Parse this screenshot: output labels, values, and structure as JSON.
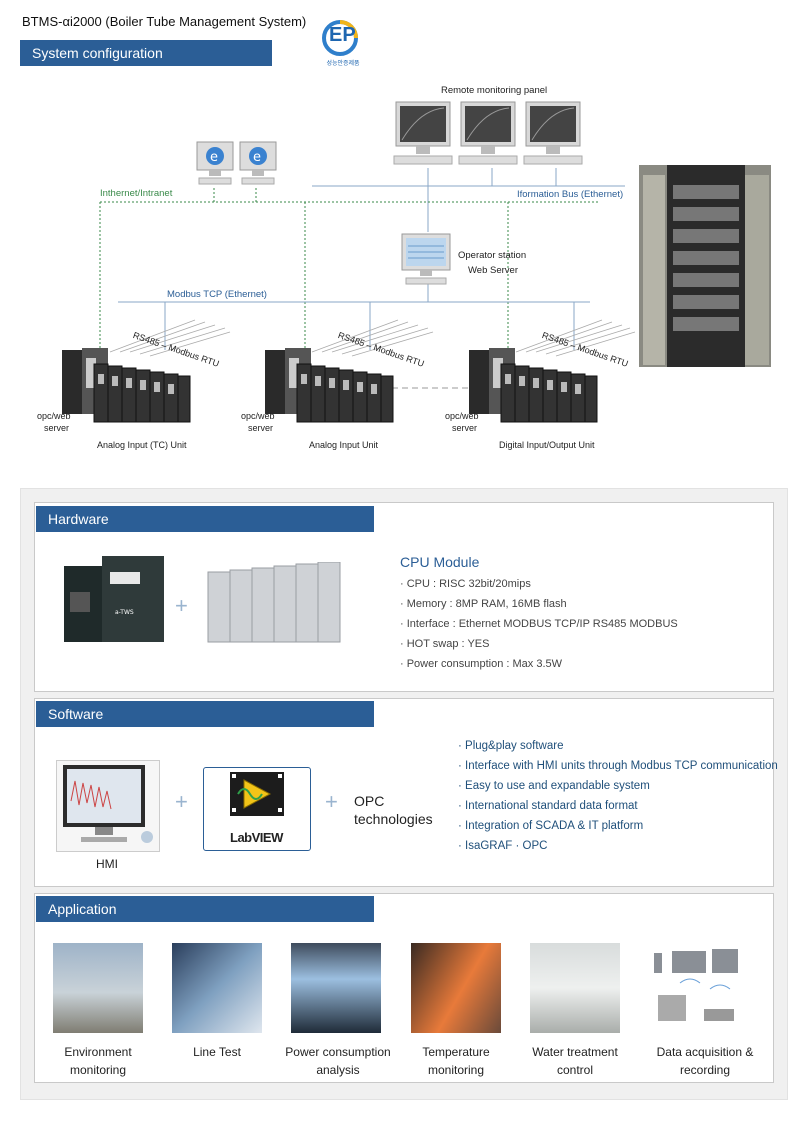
{
  "header": {
    "title": "BTMS-αi2000 (Boiler Tube Management System)",
    "section": "System configuration",
    "logo_text": "EP",
    "logo_caption": "성능안증제품"
  },
  "diagram": {
    "remote_panel": "Remote monitoring panel",
    "internet": "Inthernet/Intranet",
    "info_bus": "Iformation Bus (Ethernet)",
    "operator_l1": "Operator station",
    "operator_l2": "Web Server",
    "modbus_tcp": "Modbus TCP (Ethernet)",
    "rs485": "RS485 – Modbus RTU",
    "server_l1": "opc/web",
    "server_l2": "server",
    "unit1": "Analog Input (TC) Unit",
    "unit2": "Analog Input Unit",
    "unit3": "Digital Input/Output Unit"
  },
  "hardware": {
    "title": "Hardware",
    "cpu_title": "CPU Module",
    "bullets": [
      "·  CPU : RISC 32bit/20mips",
      "·  Memory : 8MP RAM, 16MB flash",
      "·  Interface : Ethernet MODBUS TCP/IP RS485 MODBUS",
      "·  HOT swap : YES",
      "·  Power consumption : Max 3.5W"
    ]
  },
  "software": {
    "title": "Software",
    "hmi": "HMI",
    "labview": "LabVIEW",
    "opc_l1": "OPC",
    "opc_l2": "technologies",
    "bullets": [
      "·  Plug&play software",
      "·  Interface with HMI units through Modbus TCP communication",
      "·  Easy to use and expandable system",
      "·  International standard data format",
      "·  Integration of SCADA & IT platform",
      "·  IsaGRAF · OPC"
    ]
  },
  "application": {
    "title": "Application",
    "items": [
      {
        "l1": "Environment",
        "l2": "monitoring"
      },
      {
        "l1": "Line Test",
        "l2": ""
      },
      {
        "l1": "Power consumption",
        "l2": "analysis"
      },
      {
        "l1": "Temperature",
        "l2": "monitoring"
      },
      {
        "l1": "Water treatment",
        "l2": "control"
      },
      {
        "l1": "Data acquisition &",
        "l2": "recording"
      }
    ]
  },
  "colors": {
    "accent": "#2b5e96",
    "internet_line": "#3a8a4a",
    "bus_text": "#2b5e96",
    "sw_text": "#1f4f7a"
  }
}
